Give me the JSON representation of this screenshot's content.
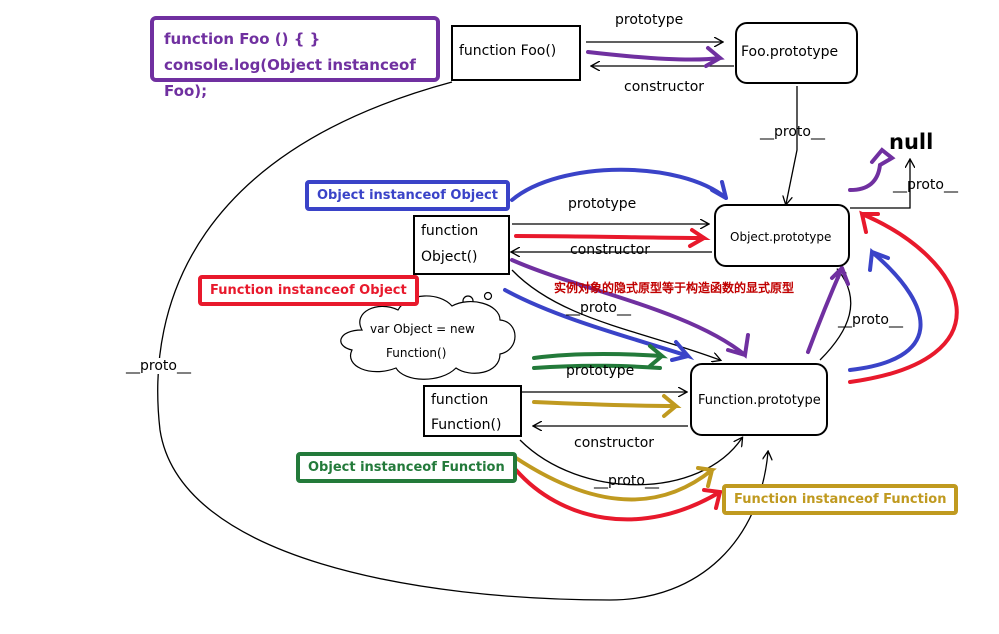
{
  "code_box": {
    "line1": "function Foo () { }",
    "line2": "console.log(Object instanceof Foo);"
  },
  "nodes": {
    "foo": "function Foo()",
    "foo_prototype": "Foo.prototype",
    "object_line1": "function",
    "object_line2": "Object()",
    "object_prototype": "Object.prototype",
    "function_line1": "function",
    "function_line2": "Function()",
    "function_prototype": "Function.prototype",
    "null": "null"
  },
  "edge_labels": {
    "prototype_top": "prototype",
    "constructor_top": "constructor",
    "proto_foo_proto": "__proto__",
    "proto_obj_null": "__proto__",
    "prototype_object": "prototype",
    "constructor_object": "constructor",
    "proto_object": "__proto__",
    "proto_fn_proto": "__proto__",
    "prototype_function": "prototype",
    "constructor_function": "constructor",
    "proto_function": "__proto__",
    "proto_left": "__proto__"
  },
  "tags": {
    "object_instanceof_object": "Object instanceof Object",
    "function_instanceof_object": "Function instanceof Object",
    "object_instanceof_function": "Object instanceof Function",
    "function_instanceof_function": "Function instanceof Function"
  },
  "cloud": {
    "line1": "var Object = new",
    "line2": "Function()"
  },
  "note": "实例对象的隐式原型等于构造函数的显式原型",
  "colors": {
    "purple": "#7030a0",
    "blue": "#3a43c8",
    "red": "#e8192c",
    "green": "#237a3a",
    "gold": "#c09a20",
    "note": "#c00000"
  }
}
